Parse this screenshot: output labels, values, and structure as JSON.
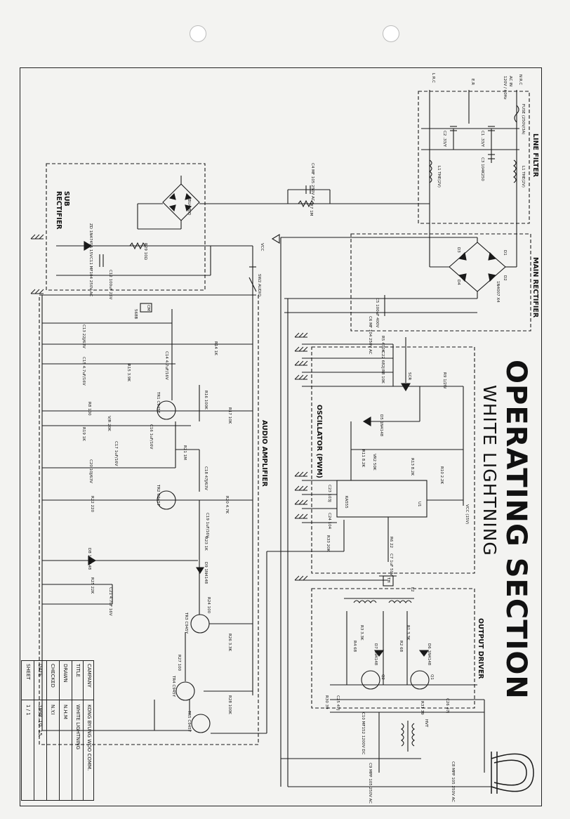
{
  "title": "OPERATING SECTION",
  "subtitle": "WHITE LIGHTNING",
  "blocks": {
    "line_filter": "LINE FILTER",
    "main_rectifier": "MAIN RECTIFIER",
    "sub_rectifier": "SUB RECTIFIER",
    "audio_amplifier": "AUDIO AMPLIFIER",
    "oscillator": "OSCILLATOR (PWM)",
    "output_driver": "OUTPUT DRIVER"
  },
  "terminals": {
    "ac_in": "AC IN",
    "ac_in_spec": "120V / 60Hz",
    "l_rc": "L  R.C",
    "n_rc": "N  R.C",
    "e_rc": "E.R",
    "vcc": "VCC",
    "vcc_15v": "VCC (15V)"
  },
  "components": {
    "fuse": "FUSE (250V/3A)",
    "c1": "C1 .33/Y",
    "c2": "C2 .33/Y",
    "c3": "C3 104K250",
    "l1": "L1 THE(2V)",
    "l1b": "L1 THE(2V)",
    "c4": "C4 MF 105 250V AC",
    "r7": "R7 1M",
    "main_rect": "1N4007 X4",
    "d1": "D1",
    "d2": "D2",
    "d3": "D3",
    "d4": "D4",
    "kbu": "KBU4 B/D",
    "zd": "ZD 1N4745A 15V",
    "r29": "R29 10Ω",
    "c11": "C11 MF104 250V AC",
    "c12": "C12 100uF 25V",
    "sw2": "SW2",
    "audio": "AUDIO",
    "c5": "C5 100uF 400V",
    "c6": "C6 MF 104 250V AC",
    "r5": "R5 470K",
    "c22": "C22 682J",
    "r8": "R8 10K",
    "scr": "SCR",
    "r9": "R9 1/2W",
    "d5": "D5 1N4148",
    "r11": "R11 8.2K",
    "vr2": "VR2 50K",
    "r12": "R12",
    "r13": "R13 8.2K",
    "r10": "R10 2.2K",
    "c23": "C23 103J",
    "c24": "C24 104",
    "ic": "KA555",
    "u1": "U1",
    "r33": "R33 20K",
    "r6": "R6 22",
    "c7": "C7 1uF 50V",
    "l2": "L2",
    "cm": "CM",
    "c13": "C13 22J/63V",
    "c14": "C14 4.7uF/16V",
    "c15": "C15 4.7uF/16V",
    "r14": "R14 1K",
    "r15": "R15 3.9K",
    "tr1": "TR1 C945T",
    "r16": "R16 100K",
    "r17": "R17 10K",
    "r8a": "R8 100",
    "vr": "V/R 20K",
    "r19": "R19 1K",
    "c16": "C16 1uF/16V",
    "c17": "C17 1uF/16V",
    "r21": "R21 1M",
    "c18": "C18 47J/63V",
    "c20": "C20 10J/63V",
    "tr2": "TR2 C945T",
    "r22": "R22 220",
    "r20": "R20 4.7K",
    "c19": "C19 1uF/16V",
    "r23": "R23 1K",
    "d8": "D8 1N4148",
    "d9": "D9 1N4148",
    "r24": "R24 100",
    "r25": "R25 22K",
    "c21": "C21 4.7uF 16V",
    "tr3": "TR3 C945Y",
    "r26": "R26 3.3K",
    "r27": "R27 100",
    "tr4": "TR4 C945Y",
    "r28": "R28 100K",
    "tr5": "TR5 C945Y",
    "r4": "R4 68",
    "r3": "R3 3.3K",
    "d7": "D7 1N4148",
    "r2": "R2 68",
    "r1": "R1 3.3K",
    "d6": "D6 1N4148",
    "q2": "Q2",
    "q1": "Q1",
    "c25": "C25 47J",
    "r30": "R30 39",
    "c10": "C10 MF152 1200V DC",
    "r31": "R31 39",
    "c26": "C26 47J",
    "c9": "C9 MPP 105 250V AC",
    "c8": "C8 MPP 105 250V AC",
    "hvt": "HVT",
    "th": "TH",
    "ssb": "568B"
  },
  "title_block": {
    "company_label": "CAMPANY",
    "company_value": "KONG BYUNG WOO COMM.",
    "title_label": "TITLE",
    "title_value": "WHITE LIGHTNING",
    "drawn_label": "DRAWN",
    "drawn_value": "N.H.M",
    "checked_label": "CHECKED",
    "checked_value": "N.Y.I",
    "date_label": "DATE",
    "date_value": "1998. 10. 15.",
    "sheet_label": "SHEET",
    "sheet_value": "1 / 1"
  }
}
